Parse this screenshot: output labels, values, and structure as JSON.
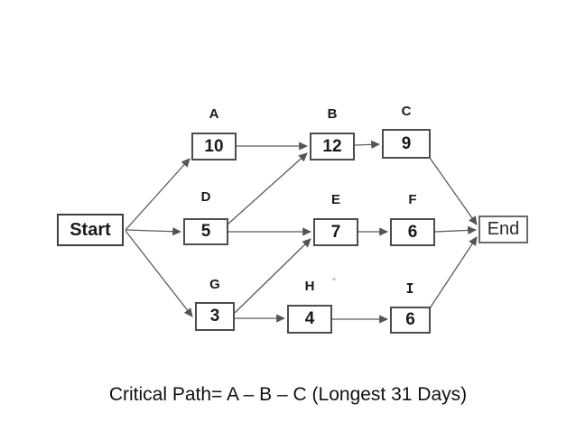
{
  "diagram": {
    "start_label": "Start",
    "end_label": "End",
    "caption": "Critical Path= A – B – C (Longest 31 Days)"
  },
  "nodes": [
    {
      "letter": "A",
      "duration": "10"
    },
    {
      "letter": "B",
      "duration": "12"
    },
    {
      "letter": "C",
      "duration": "9"
    },
    {
      "letter": "D",
      "duration": "5"
    },
    {
      "letter": "E",
      "duration": "7"
    },
    {
      "letter": "F",
      "duration": "6"
    },
    {
      "letter": "G",
      "duration": "3"
    },
    {
      "letter": "H",
      "duration": "4"
    },
    {
      "letter": "I",
      "duration": "6"
    }
  ],
  "edges": [
    {
      "from": "Start",
      "to": "A"
    },
    {
      "from": "Start",
      "to": "D"
    },
    {
      "from": "Start",
      "to": "G"
    },
    {
      "from": "A",
      "to": "B"
    },
    {
      "from": "D",
      "to": "B"
    },
    {
      "from": "D",
      "to": "E"
    },
    {
      "from": "G",
      "to": "E"
    },
    {
      "from": "G",
      "to": "H"
    },
    {
      "from": "B",
      "to": "C"
    },
    {
      "from": "E",
      "to": "F"
    },
    {
      "from": "H",
      "to": "I"
    },
    {
      "from": "C",
      "to": "End"
    },
    {
      "from": "F",
      "to": "End"
    },
    {
      "from": "I",
      "to": "End"
    }
  ],
  "colors": {
    "background": "#ffffff",
    "box_border": "#4d4d4d",
    "edge_line": "#5a5a5a",
    "text": "#1a1a1a"
  }
}
